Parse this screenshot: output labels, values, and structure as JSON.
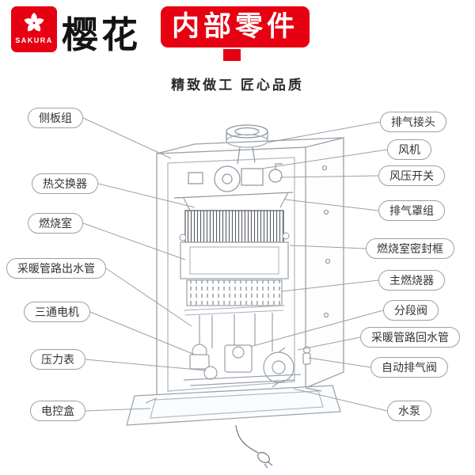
{
  "brand": {
    "logo_text": "SAKURA",
    "name": "樱花"
  },
  "header": {
    "title": "内部零件",
    "subtitle": "精致做工 匠心品质"
  },
  "diagram": {
    "labels_left": [
      "侧板组",
      "热交换器",
      "燃烧室",
      "采暖管路出水管",
      "三通电机",
      "压力表",
      "电控盒"
    ],
    "labels_right": [
      "排气接头",
      "风机",
      "风压开关",
      "排气罩组",
      "燃烧室密封框",
      "主燃烧器",
      "分段阀",
      "采暖管路回水管",
      "自动排气阀",
      "水泵"
    ]
  },
  "icons": {
    "logo_flower": "sakura-flower-icon"
  },
  "colors": {
    "accent_red": "#e60012",
    "label_border": "#9aa0a6",
    "text_dark": "#333333",
    "drawing_line": "#98a0a8"
  }
}
